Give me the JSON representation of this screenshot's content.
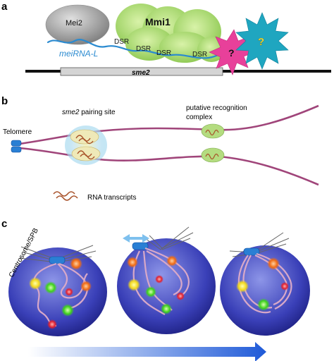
{
  "panels": {
    "a": {
      "label": "a",
      "mei2": "Mei2",
      "mmi1": "Mmi1",
      "rna": "meiRNA-L",
      "dsr": [
        "DSR",
        "DSR",
        "DSR",
        "DSR"
      ],
      "gene": "sme2",
      "unknown_1": "?",
      "unknown_2": "?"
    },
    "b": {
      "label": "b",
      "telomere": "Telomere",
      "pairing_site_gene": "sme2",
      "pairing_site_text": " pairing site",
      "recognition_line1": "putative recognition",
      "recognition_line2": "complex",
      "legend_rna": "RNA  transcripts"
    },
    "c": {
      "label": "c",
      "centrosome": "Centrosome/SPB"
    }
  },
  "colors": {
    "mmi1_green": "#a8d86a",
    "mei2_gray": "#9a9a9a",
    "rna_blue": "#2a8ad0",
    "chromosome_magenta": "#a0457a",
    "nucleus_blue": "#2b2f9e",
    "spb_blue": "#2a7fd4",
    "star_pink": "#e8409a",
    "star_teal": "#1fa6c0",
    "question_yellow": "#f6e23a"
  }
}
